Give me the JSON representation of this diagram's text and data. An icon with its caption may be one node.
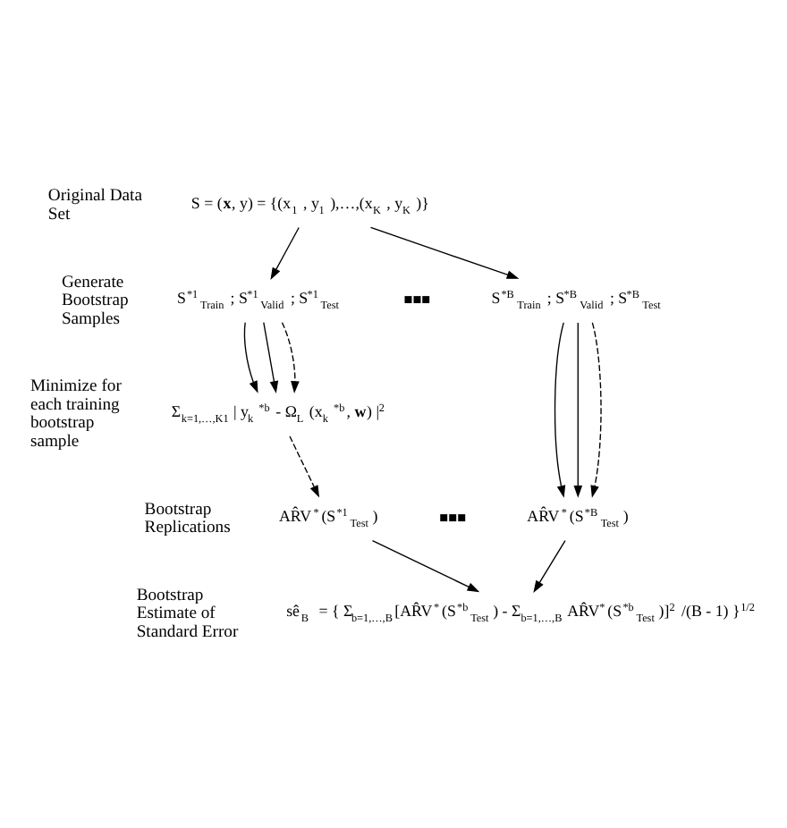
{
  "diagram": {
    "nodes": [
      {
        "text": [
          "S = (**x**, y) = {(x$_{1}$, y$_{1}$),…,(x$_{K}$, y$_{K}$)}"
        ]
      },
      {
        "text": [
          "S$^{*1}$$_{Train}$ ; S$^{*1}$$_{Valid}$ ; S$^{*1}$$_{Test}$"
        ]
      },
      {
        "text": [
          "S$^{*B}$$_{Train}$ ; S$^{*B}$$_{Valid}$ ; S$^{*B}$$_{Test}$"
        ]
      },
      {
        "text": [
          "Σ$_{k=1,…,K1}$ | y$_{k}$$^{*b}$ - Ω$_{L}$(x$_{k}$$^{*b}$, **w**) |$^{2}$"
        ]
      },
      {
        "text": [
          "AR̂V$^{*}$(S$^{*1}$$_{Test}$)"
        ]
      },
      {
        "text": [
          "AR̂V$^{*}$(S$^{*B}$$_{Test}$)"
        ]
      },
      {
        "text": [
          "sê$_{B}$ = { Σ$_{b=1,…,B}$[AR̂V$^{*}$(S$^{*b}$$_{Test}$) - Σ$_{b=1,…,B}$ AR̂V$^{*}$(S$^{*b}$$_{Test}$)]$^{2}$ /(B - 1) }$^{1/2}$"
        ]
      }
    ],
    "edges": [
      {
        "from": 0,
        "to": 1,
        "arrow": "to"
      },
      {
        "from": 0,
        "to": 2,
        "arrow": "to"
      },
      {
        "from": 1,
        "to": 3,
        "arrow": "to"
      },
      {
        "from": 1,
        "to": 3,
        "arrow": "to"
      },
      {
        "from": 1,
        "to": 3,
        "arrow": "to",
        "style": "dashed"
      },
      {
        "from": 3,
        "to": 4,
        "arrow": "to",
        "style": "dashed"
      },
      {
        "from": 2,
        "to": 5,
        "arrow": "to"
      },
      {
        "from": 2,
        "to": 5,
        "arrow": "to"
      },
      {
        "from": 2,
        "to": 5,
        "arrow": "to",
        "style": "dashed"
      },
      {
        "from": 4,
        "to": 6,
        "arrow": "to"
      },
      {
        "from": 5,
        "to": 6,
        "arrow": "to"
      }
    ],
    "labels": [
      "Original Data Set",
      "Generate Bootstrap Samples",
      "■■■",
      "Minimize for each training bootstrap sample",
      "Bootstrap Replications",
      "■■■",
      "Bootstrap Estimate of Standard Error"
    ]
  }
}
